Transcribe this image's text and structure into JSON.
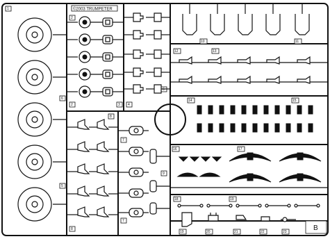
{
  "sheet": {
    "title": "Plastic model kit sprue B parts layout",
    "copyright": "©2003 TRUMPETER",
    "sprue_letter": "B"
  },
  "part_numbers": {
    "corner": "1",
    "col_top": "2",
    "col_bot": "2",
    "mid_top": "3",
    "mid_bot": "4",
    "block_a": "8",
    "block_b": "8",
    "block_c": "7",
    "block_d": "7",
    "block_e": "9",
    "arm_a": "6",
    "arm_b": "5",
    "arm_c": "6",
    "row1_a": "11",
    "row1_b": "10",
    "row2_a": "12",
    "row2_b": "13",
    "row3_a": "14",
    "row3_b": "15",
    "row4_a": "16",
    "row4_b": "17",
    "row5_a": "18",
    "row5_b": "19",
    "bottom_a": "19",
    "bottom_b": "20",
    "bottom_c": "21",
    "bottom_d": "22",
    "bottom_e": "23"
  },
  "icons": {
    "wheel": "road-wheel-icon",
    "hub": "track-tooth-icon",
    "spring": "leaf-spring-icon"
  },
  "colors": {
    "ink": "#111111",
    "paper": "#ffffff"
  }
}
